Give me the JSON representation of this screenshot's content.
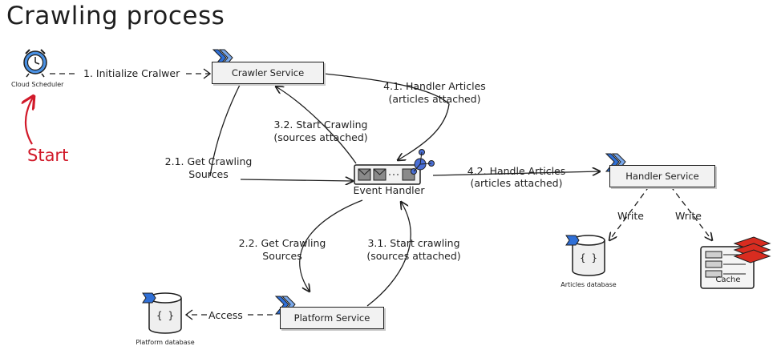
{
  "title": "Crawling process",
  "start_label": "Start",
  "nodes": {
    "cloud_scheduler": "Cloud Scheduler",
    "crawler_service": "Crawler Service",
    "event_handler": "Event Handler",
    "handler_service": "Handler Service",
    "platform_service": "Platform Service",
    "articles_database": "Articles database",
    "platform_database": "Platform database",
    "cache": "Cache"
  },
  "edges": {
    "initialize": "1. Initialize Cralwer",
    "get_sources_1_line1": "2.1. Get Crawling",
    "get_sources_1_line2": "Sources",
    "start_crawling_32_line1": "3.2. Start Crawling",
    "start_crawling_32_line2": "(sources attached)",
    "handler_articles_41_line1": "4.1. Handler Articles",
    "handler_articles_41_line2": "(articles attached)",
    "handle_articles_42_line1": "4.2. Handle Articles",
    "handle_articles_42_line2": "(articles attached)",
    "get_sources_22_line1": "2.2. Get Crawling",
    "get_sources_22_line2": "Sources",
    "start_crawling_31_line1": "3.1. Start crawling",
    "start_crawling_31_line2": "(sources attached)",
    "write_articles": "Write",
    "write_cache": "Write",
    "access": "Access"
  },
  "colors": {
    "stroke": "#1e1e1e",
    "start_red": "#d11a2a",
    "scheduler_blue": "#4a90e2",
    "service_blue": "#2f6fd6",
    "event_blue": "#4a6fd6",
    "redis_red": "#d82c20",
    "box_fill": "#f2f2f2"
  },
  "icons": {
    "cloud_scheduler": "alarm-clock-icon",
    "service": "gcp-service-arrow-icon",
    "database": "document-database-icon",
    "event_handler": "message-queue-icon",
    "cache": "redis-stack-icon"
  }
}
